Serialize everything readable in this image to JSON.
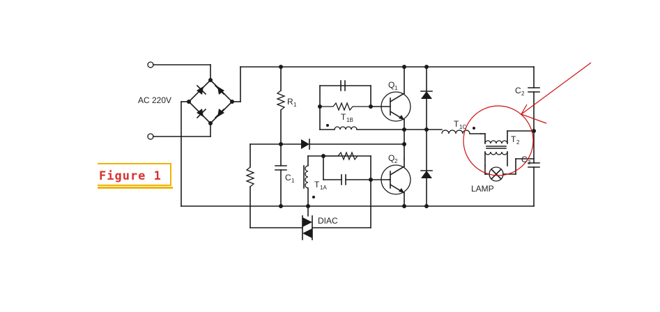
{
  "figure_label": "Figure 1",
  "labels": {
    "ac": "AC 220V",
    "r1": "R",
    "r1_sub": "1",
    "c1": "C",
    "c1_sub": "1",
    "c2": "C",
    "c2_sub": "2",
    "c3": "C",
    "c3_sub": "3",
    "q1": "Q",
    "q1_sub": "1",
    "q2": "Q",
    "q2_sub": "2",
    "t1a": "T",
    "t1a_sub": "1A",
    "t1b": "T",
    "t1b_sub": "1B",
    "t1c": "T",
    "t1c_sub": "1C",
    "t2": "T",
    "t2_sub": "2",
    "diac": "DIAC",
    "lamp": "LAMP"
  },
  "colors": {
    "wire": "#1a1a1a",
    "annotation": "#cc1111",
    "figure_text": "#d83030",
    "figure_border": "#f0b400"
  }
}
